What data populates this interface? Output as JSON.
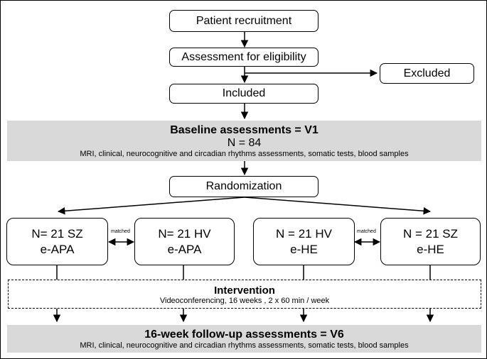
{
  "flow": {
    "patient_recruitment": "Patient recruitment",
    "assessment_eligibility": "Assessment for eligibility",
    "excluded": "Excluded",
    "included": "Included",
    "randomization": "Randomization"
  },
  "baseline": {
    "title": "Baseline assessments = V1",
    "n": "N = 84",
    "details": "MRI, clinical, neurocognitive and circadian rhythms assessments, somatic tests, blood samples"
  },
  "groups": [
    {
      "line1": "N= 21 SZ",
      "line2": "e-APA"
    },
    {
      "line1": "N= 21 HV",
      "line2": "e-APA"
    },
    {
      "line1": "N = 21 HV",
      "line2": "e-HE"
    },
    {
      "line1": "N = 21 SZ",
      "line2": "e-HE"
    }
  ],
  "matched_label": "matched",
  "intervention": {
    "title": "Intervention",
    "details": "Videoconferencing, 16  weeks , 2 x 60 min / week"
  },
  "followup": {
    "title": "16-week follow-up assessments = V6",
    "details": "MRI, clinical, neurocognitive and circadian rhythms assessments, somatic tests, blood samples"
  }
}
